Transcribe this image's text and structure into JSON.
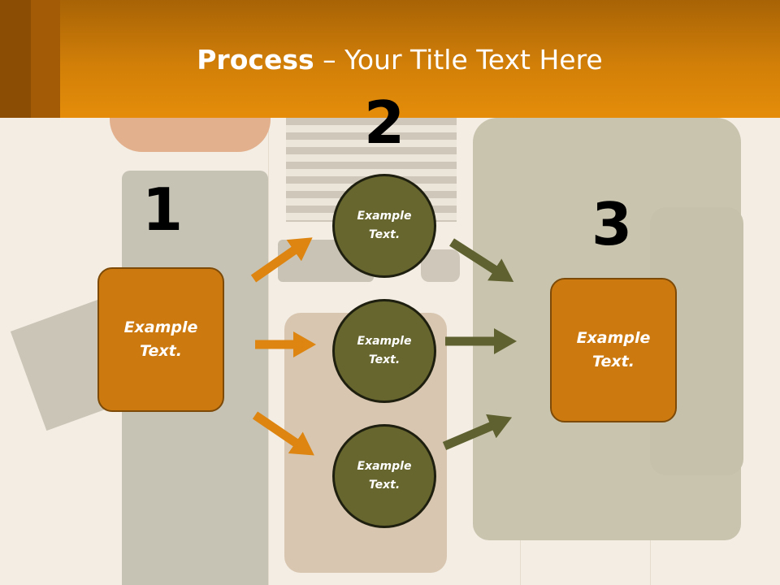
{
  "title": {
    "bold": "Process",
    "rest": " – Your Title Text Here"
  },
  "steps": {
    "n1": "1",
    "n2": "2",
    "n3": "3"
  },
  "left_box": {
    "text": "Example\nText."
  },
  "right_box": {
    "text": "Example\nText."
  },
  "circles": [
    {
      "text": "Example\nText."
    },
    {
      "text": "Example\nText."
    },
    {
      "text": "Example\nText."
    }
  ],
  "colors": {
    "header": "#e58d0a",
    "box_fill": "#cc7a10",
    "circle_fill": "#66662e",
    "arrow_orange": "#dd8510",
    "arrow_olive": "#5f6130"
  }
}
